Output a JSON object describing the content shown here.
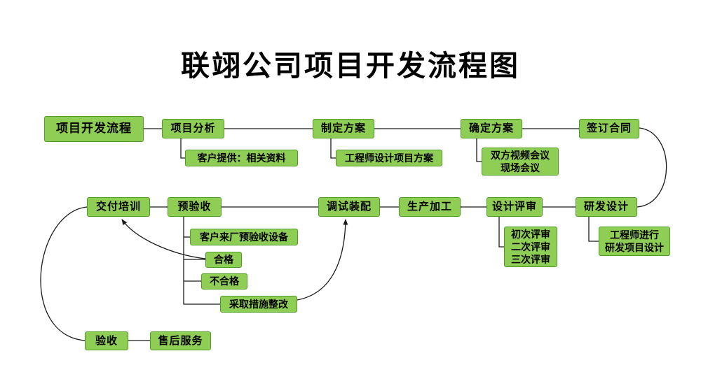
{
  "title": "联翊公司项目开发流程图",
  "colors": {
    "node_fill": "#8fce54",
    "node_border": "#4f9d27",
    "line": "#1a1a1a"
  },
  "nodes": {
    "start": "项目开发流程",
    "analysis": "项目分析",
    "plan": "制定方案",
    "confirm": "确定方案",
    "contract": "签订合同",
    "customer_materials": "客户提供：相关资料",
    "engineer_plan": "工程师设计项目方案",
    "meetings": "双方视频会议\n现场会议",
    "rnd": "研发设计",
    "engineer_rnd": "工程师进行\n研发项目设计",
    "review": "设计评审",
    "review_rounds": "初次评审\n二次评审\n三次评审",
    "production": "生产加工",
    "debug": "调试装配",
    "preacceptance": "预验收",
    "customer_visit": "客户来厂预验收设备",
    "qualified": "合格",
    "unqualified": "不合格",
    "corrective": "采取措施整改",
    "training": "交付培训",
    "acceptance": "验收",
    "aftersales": "售后服务"
  }
}
